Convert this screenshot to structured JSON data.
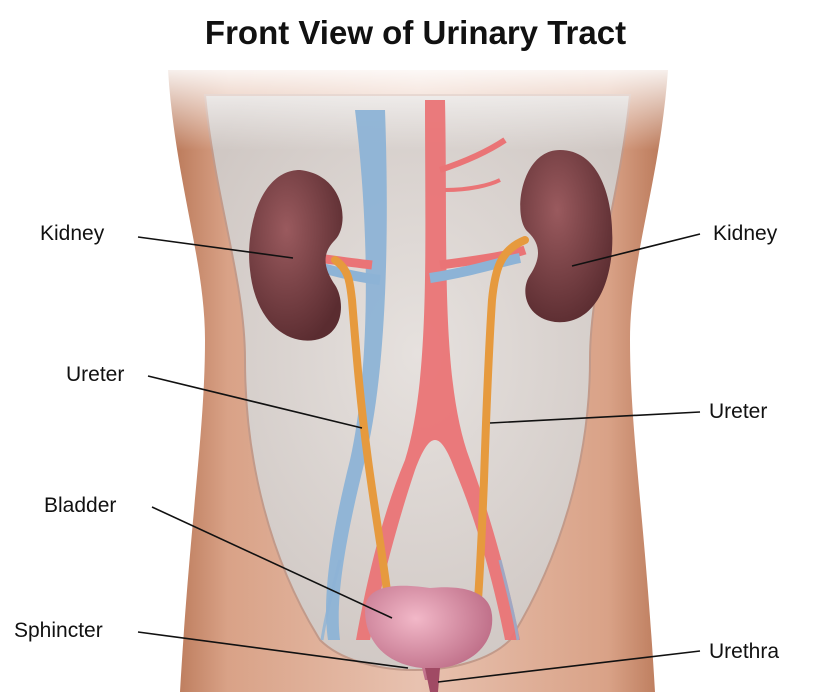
{
  "title": "Front View of Urinary Tract",
  "labels": {
    "kidney_left": "Kidney",
    "kidney_right": "Kidney",
    "ureter_left": "Ureter",
    "ureter_right": "Ureter",
    "bladder": "Bladder",
    "sphincter": "Sphincter",
    "urethra": "Urethra"
  },
  "colors": {
    "skin": "#c98a6e",
    "skin_dark": "#a9664b",
    "interior": "#ddd7d4",
    "kidney": "#6e3a3c",
    "artery": "#e8686a",
    "vein": "#7fa9cf",
    "ureter": "#e69a3e",
    "bladder": "#d07f9a"
  }
}
